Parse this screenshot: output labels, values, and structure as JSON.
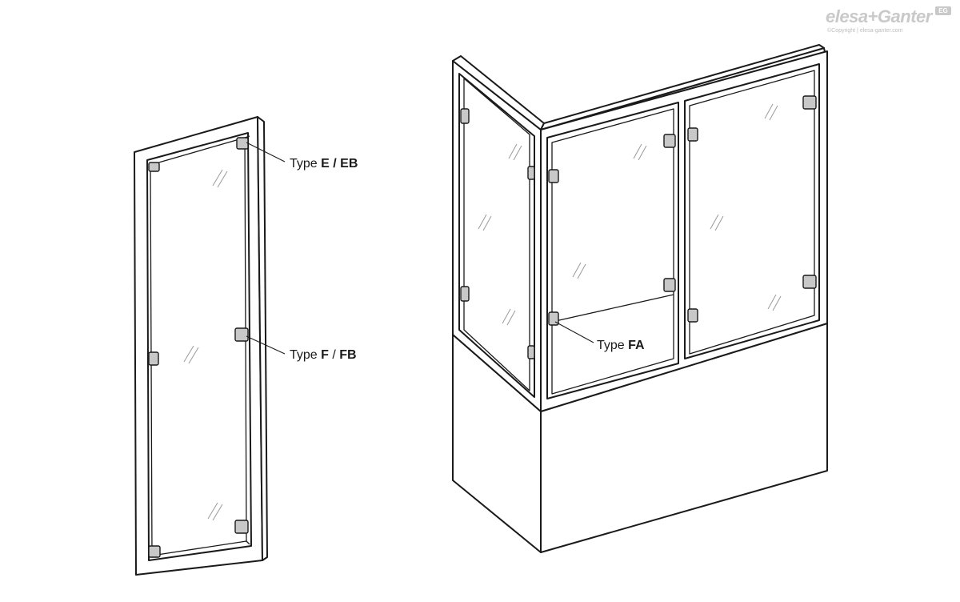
{
  "logo": {
    "name": "elesa+Ganter",
    "badge": "EG",
    "copyright": "©Copyright | elesa-ganter.com"
  },
  "callouts": {
    "type_e": {
      "prefix": "Type ",
      "bold": "E / EB"
    },
    "type_f": {
      "prefix": "Type ",
      "bold_a": "F",
      "sep": " / ",
      "bold_b": "FB"
    },
    "type_fa": {
      "prefix": "Type ",
      "bold": "FA"
    }
  },
  "colors": {
    "line": "#1a1a1a",
    "hinge_fill": "#c8c8c8",
    "logo_gray": "#c9c9c9"
  },
  "icons": [
    "hinge-icon",
    "glass-glare-icon"
  ]
}
